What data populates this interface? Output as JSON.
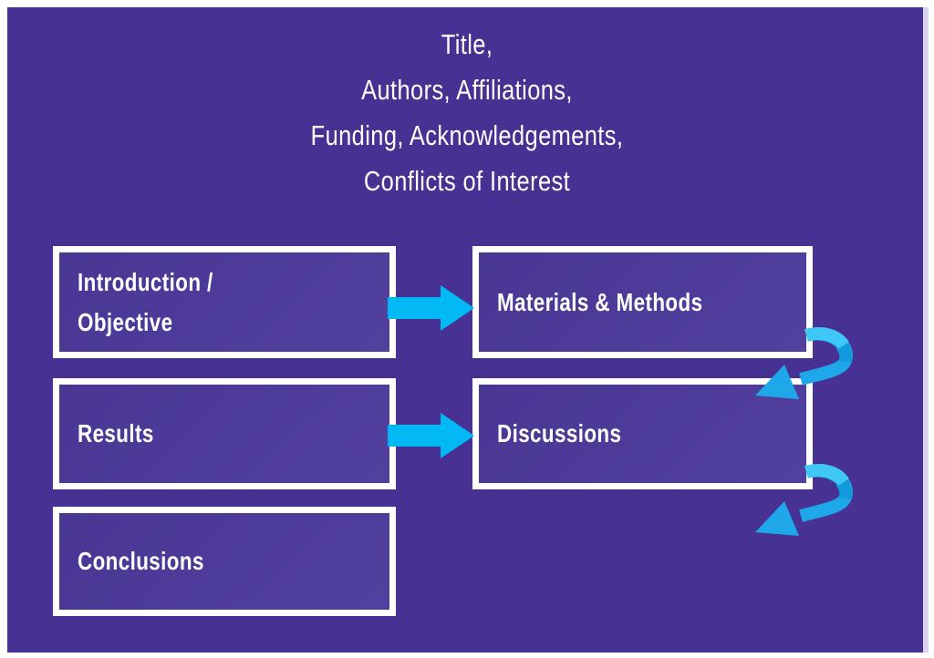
{
  "colors": {
    "page_border": "#ffffff",
    "panel_background": "#473293",
    "box_fill": "#4a3794",
    "box_border": "#ffffff",
    "straight_arrow": "#00b9f4",
    "swoosh_main": "#1ea7e9",
    "swoosh_light": "#3fc8f6",
    "swoosh_fold": "#119bdd",
    "text": "#ffffff"
  },
  "header": {
    "lines": [
      "Title,",
      "Authors, Affiliations,",
      "Funding, Acknowledgements,",
      "Conflicts of Interest"
    ]
  },
  "boxes": [
    {
      "id": "introduction-objective",
      "label": "Introduction /\nObjective"
    },
    {
      "id": "materials-methods",
      "label": "Materials & Methods"
    },
    {
      "id": "results",
      "label": "Results"
    },
    {
      "id": "discussions",
      "label": "Discussions"
    },
    {
      "id": "conclusions",
      "label": "Conclusions"
    }
  ],
  "arrows": {
    "intro_to_methods": "right-arrow",
    "results_to_discussions": "right-arrow",
    "methods_to_discussions": "curved-down-left-arrow",
    "discussions_to_conclusions": "curved-down-left-arrow"
  }
}
